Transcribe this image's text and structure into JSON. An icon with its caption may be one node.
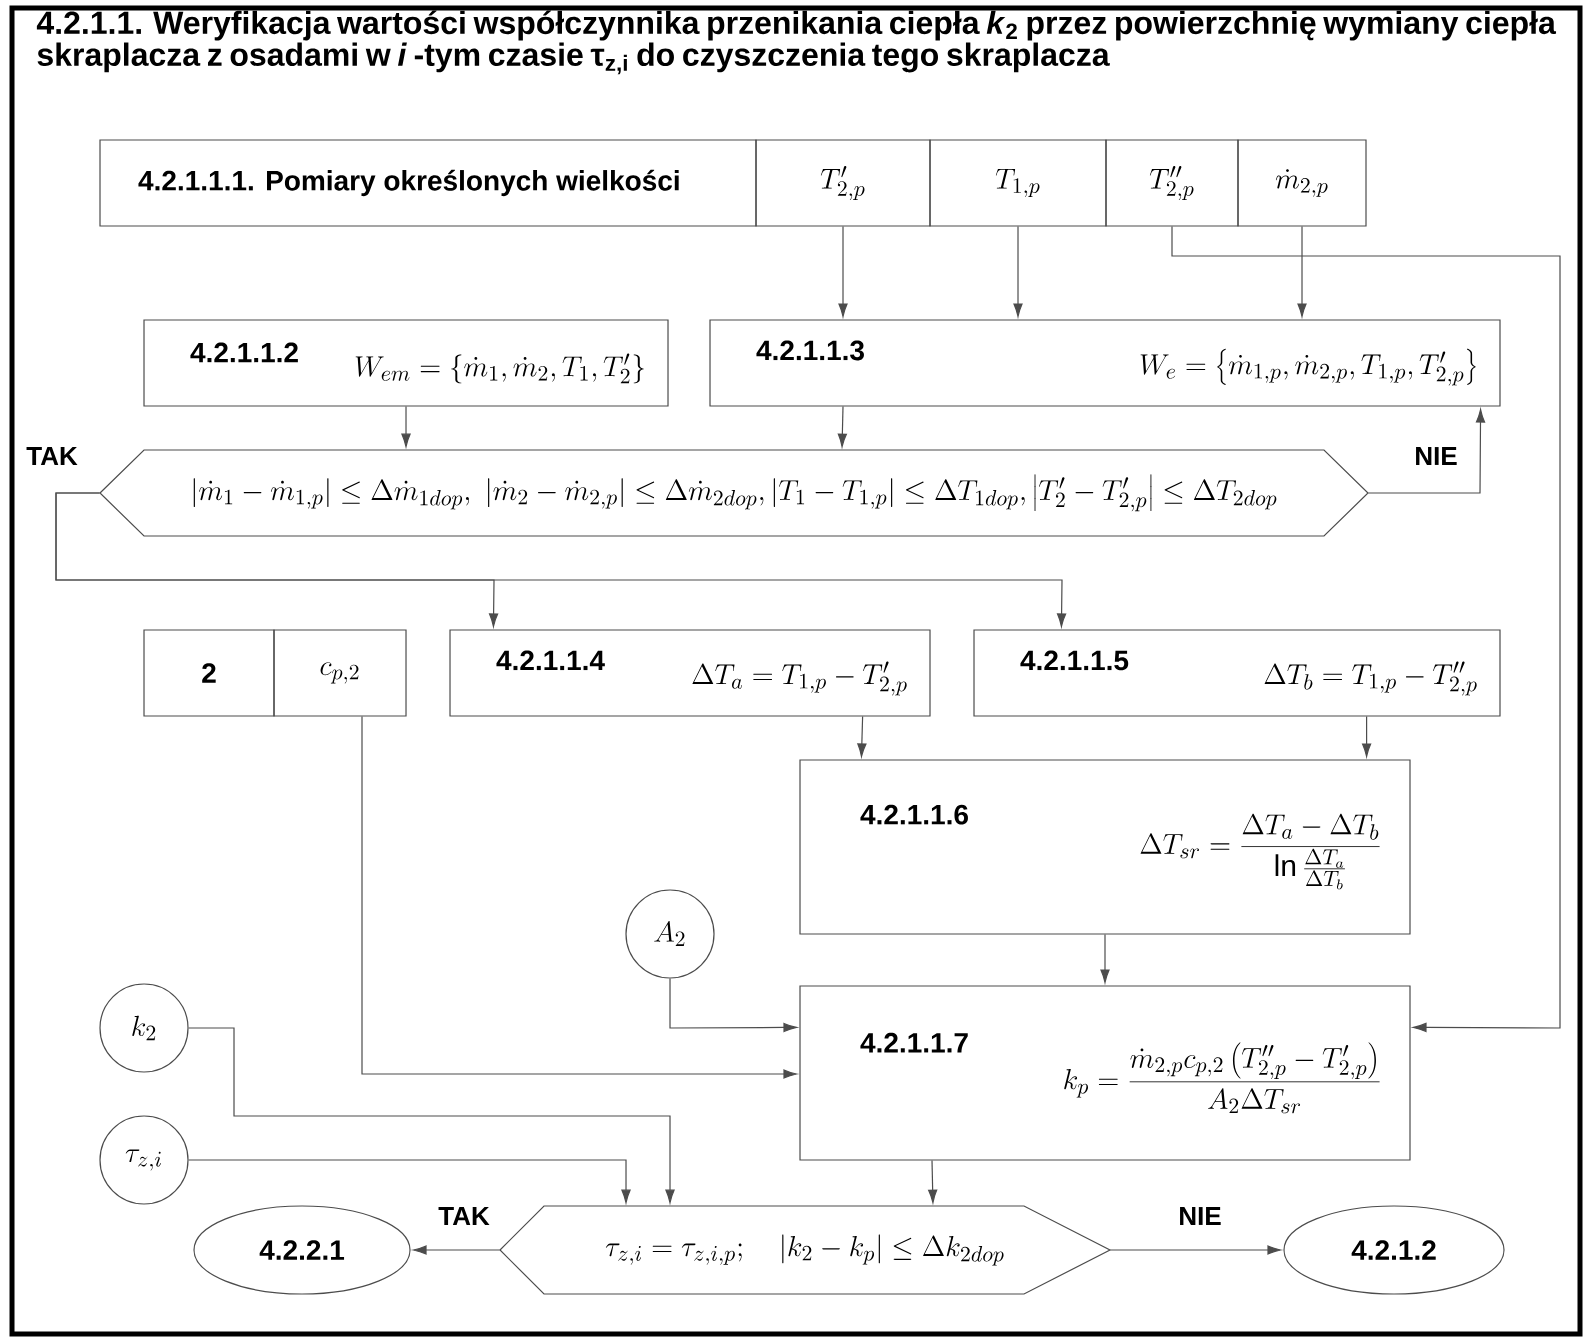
{
  "diagram": {
    "title": "4.2.1.1. Weryfikacja wartości współczynnika przenikania ciepła *k*$_{2}$ przez powierzchnię wymiany ciepła skraplacza z osadami w *i* -tym czasie τ$_{z,i}$ do czyszczenia tego skraplacza",
    "nodes": [
      {
        "text": [
          "4.2.1.1.1. Pomiary określonych wielkości"
        ]
      },
      {
        "text": [
          "T'_{2,p}"
        ]
      },
      {
        "text": [
          "T_{1,p}"
        ]
      },
      {
        "text": [
          "T''_{2,p}"
        ]
      },
      {
        "text": [
          "\\dot m_{2,p}"
        ]
      },
      {
        "text": [
          "4.2.1.1.2",
          "W_{em}=\\left\\{\\dot m_1,\\dot m_2,T_1,T_2'\\right\\}"
        ]
      },
      {
        "text": [
          "4.2.1.1.3",
          "W_e=\\left\\{\\dot m_{1,p},\\dot m_{2,p},T_{1,p},T'_{2,p}\\right\\}"
        ]
      },
      {
        "text": [
          "\\left|\\dot m_1-\\dot m_{1,p}\\right|\\le\\Delta\\dot m_{1dop},\\ \\left|\\dot m_2-\\dot m_{2,p}\\right|\\le\\Delta\\dot m_{2dop},\\left|T_1-T_{1,p}\\right|\\le\\Delta T_{1dop},\\left|T'_2-T'_{2,p}\\right|\\le\\Delta T_{2dop}"
        ]
      },
      {
        "text": [
          "2"
        ]
      },
      {
        "text": [
          "c_{p,2}"
        ]
      },
      {
        "text": [
          "4.2.1.1.4",
          "\\Delta T_a=T_{1,p}-T'_{2,p}"
        ]
      },
      {
        "text": [
          "4.2.1.1.5",
          "\\Delta T_b=T_{1,p}-T''_{2,p}"
        ]
      },
      {
        "text": [
          "4.2.1.1.6",
          "\\Delta T_{sr}=\\frac{\\Delta T_a-\\Delta T_b}{\\ln\\frac{\\Delta T_a}{\\Delta T_b}}"
        ]
      },
      {
        "text": [
          "A_2"
        ]
      },
      {
        "text": [
          "4.2.1.1.7",
          "k_p=\\frac{\\dot m_{2,p}c_{p,2}\\left(T''_{2,p}-T'_{2,p}\\right)}{A_2\\Delta T_{sr}}"
        ]
      },
      {
        "text": [
          "k_2"
        ]
      },
      {
        "text": [
          "\\tau_{z,i}"
        ]
      },
      {
        "text": [
          "\\tau_{z,i}=\\tau_{z,i,p};\\quad\\left|k_2-k_p\\right|\\le\\Delta k_{2dop}"
        ]
      },
      {
        "text": [
          "4.2.2.1"
        ]
      },
      {
        "text": [
          "4.2.1.2"
        ]
      }
    ],
    "edges": [
      {
        "from": 1,
        "to": 6,
        "arrow": "to"
      },
      {
        "from": 2,
        "to": 6,
        "arrow": "to"
      },
      {
        "from": 4,
        "to": 6,
        "arrow": "to"
      },
      {
        "from": 3,
        "to": 14,
        "arrow": "to"
      },
      {
        "from": 5,
        "to": 7,
        "arrow": "to"
      },
      {
        "from": 6,
        "to": 7,
        "arrow": "to"
      },
      {
        "from": 7,
        "to": 6,
        "arrow": "to",
        "label": "NIE"
      },
      {
        "from": 7,
        "to": 10,
        "arrow": "to",
        "label": "TAK"
      },
      {
        "from": 7,
        "to": 11,
        "arrow": "to"
      },
      {
        "from": 9,
        "to": 14,
        "arrow": "to"
      },
      {
        "from": 10,
        "to": 12,
        "arrow": "to"
      },
      {
        "from": 11,
        "to": 12,
        "arrow": "to"
      },
      {
        "from": 12,
        "to": 14,
        "arrow": "to"
      },
      {
        "from": 13,
        "to": 14,
        "arrow": "to"
      },
      {
        "from": 15,
        "to": 17,
        "arrow": "to"
      },
      {
        "from": 16,
        "to": 17,
        "arrow": "to"
      },
      {
        "from": 14,
        "to": 17,
        "arrow": "to"
      },
      {
        "from": 17,
        "to": 18,
        "arrow": "to",
        "label": "TAK"
      },
      {
        "from": 17,
        "to": 19,
        "arrow": "to",
        "label": "NIE"
      }
    ]
  }
}
